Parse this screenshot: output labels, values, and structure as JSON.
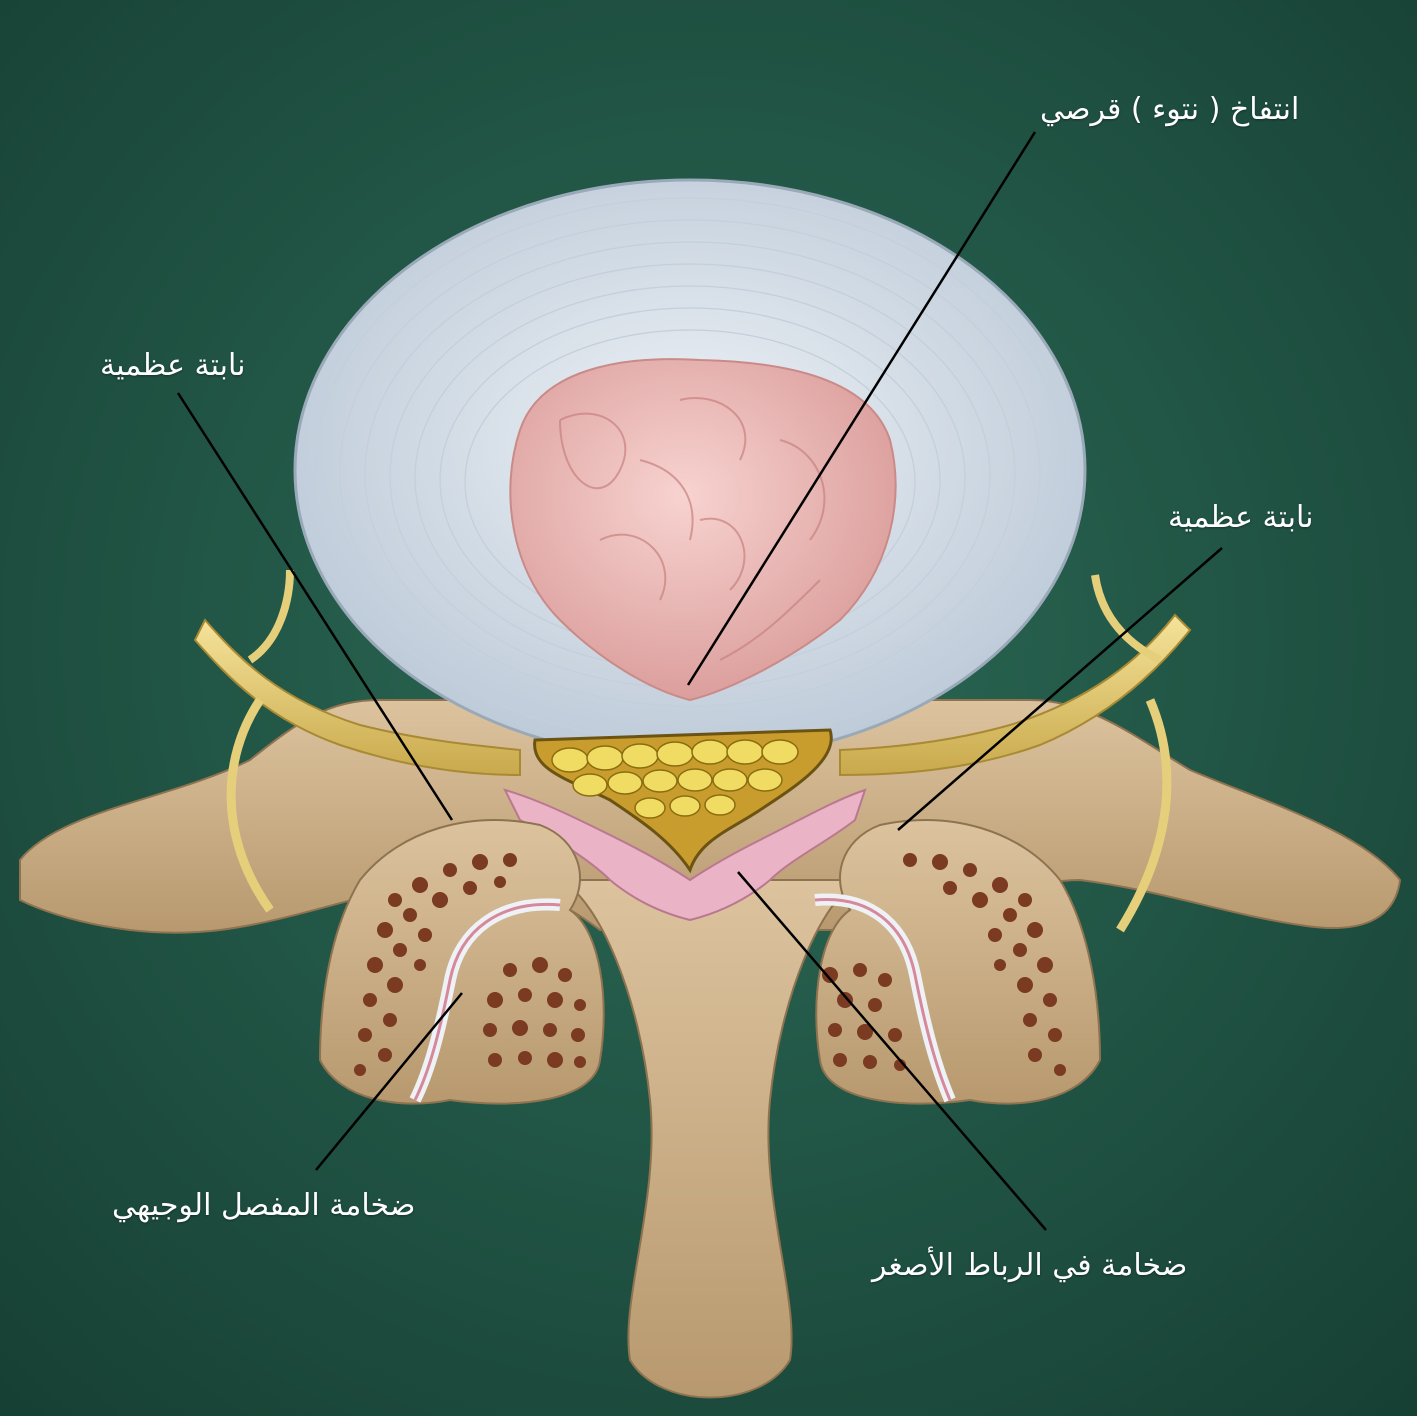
{
  "colors": {
    "background": "#1f5544",
    "disc_annulus": "#dfe6ee",
    "nucleus": "#eab3b0",
    "bone": "#cfb48f",
    "bone_cancellous": "#7b3a22",
    "nerve": "#ecd47e",
    "ligament": "#ebb4c6",
    "leader_line": "#000000",
    "label_text": "#ffffff"
  },
  "labels": {
    "herniation": "انتفاخ ( نتوء ) قرصي",
    "bone_spur_left": "نابتة عظمية",
    "bone_spur_right": "نابتة عظمية",
    "facet_hypertrophy": "ضخامة المفصل الوجيهي",
    "ligament_hypertrophy": "ضخامة في الرباط الأصغر"
  }
}
